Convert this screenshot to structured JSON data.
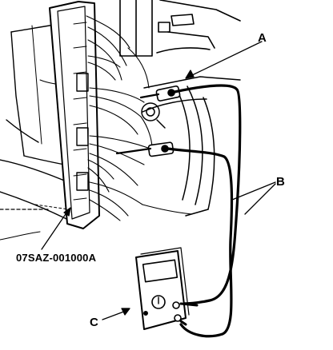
{
  "callouts": {
    "a": "A",
    "b": "B",
    "c": "C",
    "tool_number": "07SAZ-001000A"
  },
  "parts": {
    "a": "test-probe-icon",
    "b": "test-lead-icon",
    "c": "digital-multimeter-icon"
  },
  "colors": {
    "ink": "#000000",
    "paper": "#ffffff"
  }
}
